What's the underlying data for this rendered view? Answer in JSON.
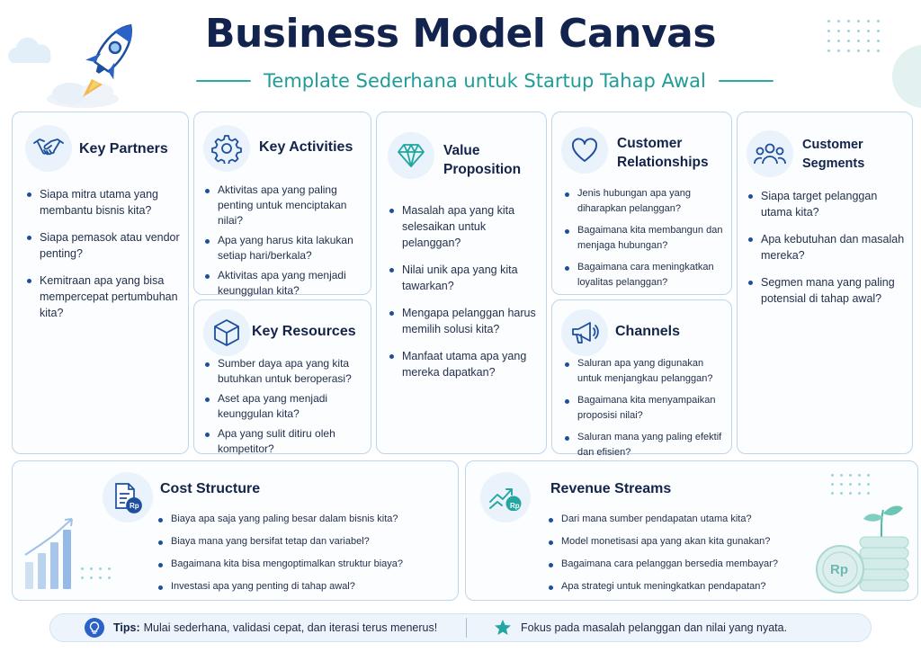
{
  "header": {
    "title": "Business Model Canvas",
    "subtitle": "Template Sederhana untuk Startup Tahap Awal"
  },
  "colors": {
    "navy": "#12244d",
    "teal": "#1f9c98",
    "icon_blue": "#1d4f9e",
    "card_border": "#bcd6ee",
    "icon_bg": "#eaf3fb"
  },
  "sections": {
    "key_partners": {
      "icon": "handshake-icon",
      "title": "Key Partners",
      "items": [
        "Siapa mitra utama yang membantu bisnis kita?",
        "Siapa pemasok atau vendor penting?",
        "Kemitraan apa yang bisa mempercepat pertumbuhan kita?"
      ]
    },
    "key_activities": {
      "icon": "gear-icon",
      "title": "Key Activities",
      "items": [
        "Aktivitas apa yang paling penting untuk menciptakan nilai?",
        "Apa yang harus kita lakukan setiap hari/berkala?",
        "Aktivitas apa yang menjadi keunggulan kita?"
      ]
    },
    "key_resources": {
      "icon": "cube-icon",
      "title": "Key Resources",
      "items": [
        "Sumber daya apa yang kita butuhkan untuk beroperasi?",
        "Aset apa yang menjadi keunggulan kita?",
        "Apa yang sulit ditiru oleh kompetitor?"
      ]
    },
    "value_proposition": {
      "icon": "diamond-icon",
      "title": "Value Proposition",
      "items": [
        "Masalah apa yang kita selesaikan untuk pelanggan?",
        "Nilai unik apa yang kita tawarkan?",
        "Mengapa pelanggan harus memilih solusi kita?",
        "Manfaat utama apa yang mereka dapatkan?"
      ]
    },
    "customer_relationships": {
      "icon": "heart-icon",
      "title_line1": "Customer",
      "title_line2": "Relationships",
      "items": [
        "Jenis hubungan apa yang diharapkan pelanggan?",
        "Bagaimana kita membangun dan menjaga hubungan?",
        "Bagaimana cara meningkatkan loyalitas pelanggan?"
      ]
    },
    "channels": {
      "icon": "megaphone-icon",
      "title": "Channels",
      "items": [
        "Saluran apa yang digunakan untuk menjangkau pelanggan?",
        "Bagaimana kita menyampaikan proposisi nilai?",
        "Saluran mana yang paling efektif dan efisien?"
      ]
    },
    "customer_segments": {
      "icon": "users-icon",
      "title": "Customer Segments",
      "items": [
        "Siapa target pelanggan utama kita?",
        "Apa kebutuhan dan masalah mereka?",
        "Segmen mana yang paling potensial di tahap awal?"
      ]
    },
    "cost_structure": {
      "icon": "document-rp-icon",
      "badge": "Rp",
      "title": "Cost Structure",
      "items": [
        "Biaya apa saja yang paling besar dalam bisnis kita?",
        "Biaya mana yang bersifat tetap dan variabel?",
        "Bagaimana kita bisa mengoptimalkan struktur biaya?",
        "Investasi apa yang penting di tahap awal?"
      ]
    },
    "revenue_streams": {
      "icon": "trend-rp-icon",
      "badge": "Rp",
      "title": "Revenue Streams",
      "items": [
        "Dari mana sumber pendapatan utama kita?",
        "Model monetisasi apa yang akan kita gunakan?",
        "Bagaimana cara pelanggan bersedia membayar?",
        "Apa strategi untuk meningkatkan pendapatan?"
      ]
    }
  },
  "coin_label": "Rp",
  "tips": {
    "label": "Tips:",
    "text": "Mulai sederhana, validasi cepat, dan iterasi terus menerus!",
    "secondary": "Fokus pada masalah pelanggan dan nilai yang nyata."
  }
}
